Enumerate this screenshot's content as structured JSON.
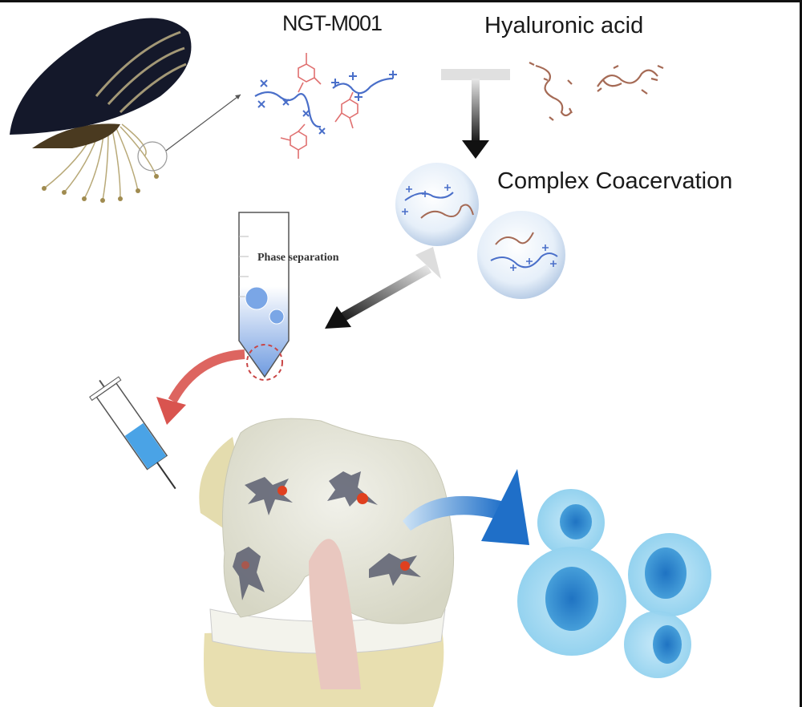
{
  "labels": {
    "ngt": "NGT-M001",
    "hyaluronic": "Hyaluronic acid",
    "coacervation": "Complex Coacervation",
    "phase": "Phase separation"
  },
  "colors": {
    "polycation": "#4a6fc9",
    "catechol": "#e07070",
    "hyaluronic": "#a56a55",
    "injection_arrow": "#d9544f",
    "cell": "#8fd0ee",
    "nucleus": "#2f8fd0"
  }
}
